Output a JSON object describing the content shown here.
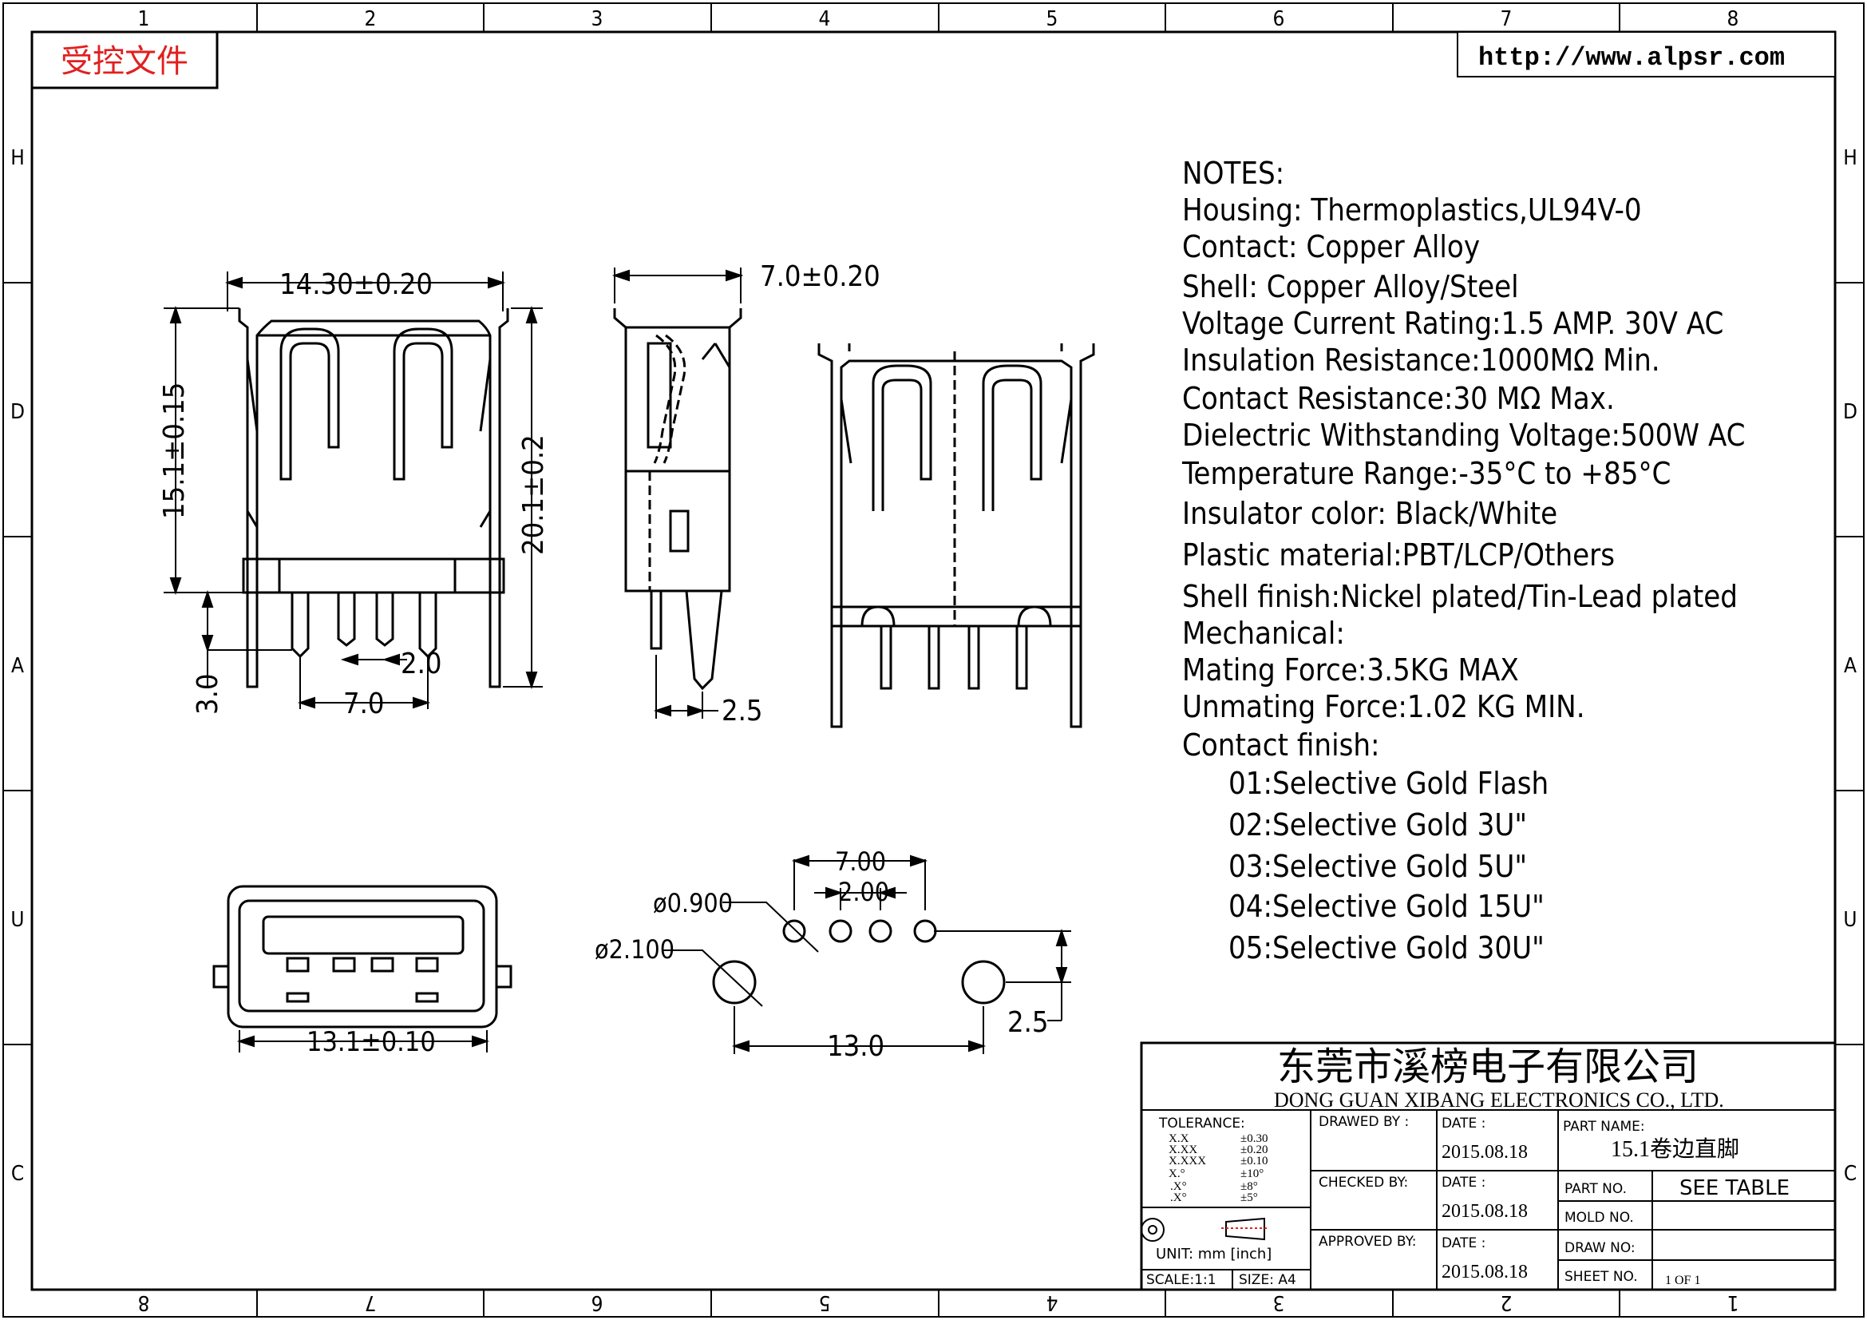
{
  "frame": {
    "top_zones": [
      "1",
      "2",
      "3",
      "4",
      "5",
      "6",
      "7",
      "8"
    ],
    "bottom_zones": [
      "8",
      "7",
      "6",
      "5",
      "4",
      "3",
      "2",
      "1"
    ],
    "left_zones": [
      "H",
      "D",
      "A",
      "U",
      "C"
    ],
    "right_zones": [
      "H",
      "D",
      "A",
      "U",
      "C"
    ]
  },
  "stamp": {
    "text": "受控文件",
    "color": "#e0201f"
  },
  "website": "http://www.alpsr.com",
  "notes": {
    "title": "NOTES:",
    "lines": [
      "Housing:  Thermoplastics,UL94V-0",
      "Contact:  Copper  Alloy",
      "Shell:  Copper  Alloy/Steel",
      "Voltage  Current  Rating:1.5  AMP.  30V  AC",
      "Insulation  Resistance:1000MΩ  Min.",
      "Contact  Resistance:30  MΩ  Max.",
      "Dielectric  Withstanding  Voltage:500W  AC",
      "Temperature  Range:-35°C  to  +85°C",
      "Insulator  color:  Black/White",
      "Plastic  material:PBT/LCP/Others",
      "Shell  finish:Nickel  plated/Tin-Lead  plated",
      "Mechanical:",
      "Mating  Force:3.5KG  MAX",
      "Unmating  Force:1.02  KG  MIN.",
      "Contact  finish:"
    ],
    "finish_options": [
      "01:Selective  Gold  Flash",
      "02:Selective  Gold  3U\"",
      "03:Selective  Gold  5U\"",
      "04:Selective  Gold  15U\"",
      "05:Selective  Gold  30U\""
    ]
  },
  "dimensions": {
    "front_width": "14.30±0.20",
    "front_height": "15.1±0.15",
    "total_height": "20.1±0.2",
    "pin_length": "3.0",
    "pin_pitch": "2.0",
    "pin_span": "7.0",
    "side_width": "7.0±0.20",
    "side_pin": "2.5",
    "bottom_width": "13.1±0.10",
    "hole_small": "ø0.900",
    "hole_large": "ø2.100",
    "pcb_span": "7.00",
    "pcb_pitch": "2.00",
    "pcb_peg_span": "13.0",
    "pcb_offset": "2.5"
  },
  "title_block": {
    "company_cn": "东莞市溪榜电子有限公司",
    "company_en": "DONG  GUAN  XIBANG  ELECTRONICS  CO.,  LTD.",
    "tolerance_label": "TOLERANCE:",
    "tolerance_keys": [
      "X.X",
      "X.XX",
      "X.XXX",
      "X.°",
      ".X°",
      ".X°"
    ],
    "tolerance_vals": [
      "±0.30",
      "±0.20",
      "±0.10",
      "±10°",
      "±8°",
      "±5°"
    ],
    "unit_label": "UNIT:  mm  [inch]",
    "scale_label": "SCALE:1:1",
    "size_label": "SIZE:  A4",
    "drawn_by_label": "DRAWED  BY :",
    "checked_by_label": "CHECKED  BY:",
    "approved_by_label": "APPROVED  BY:",
    "date_label": "DATE  :",
    "drawn_date": "2015.08.18",
    "checked_date": "2015.08.18",
    "approved_date": "2015.08.18",
    "part_name_label": "PART  NAME:",
    "part_name": "15.1卷边直脚",
    "part_no_label": "PART  NO.",
    "part_no": "SEE  TABLE",
    "mold_no_label": "MOLD  NO.",
    "draw_no_label": "DRAW  NO:",
    "sheet_no_label": "SHEET  NO.",
    "sheet_no": "1  OF  1"
  }
}
